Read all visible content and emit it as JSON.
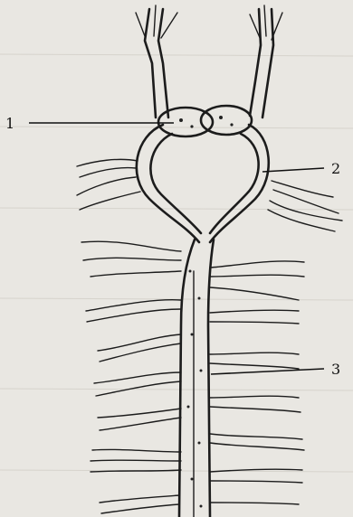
{
  "labels": {
    "one": "1",
    "two": "2",
    "three": "3"
  },
  "colors": {
    "ink": "#1c1c1c",
    "paper": "#e9e7e2"
  }
}
